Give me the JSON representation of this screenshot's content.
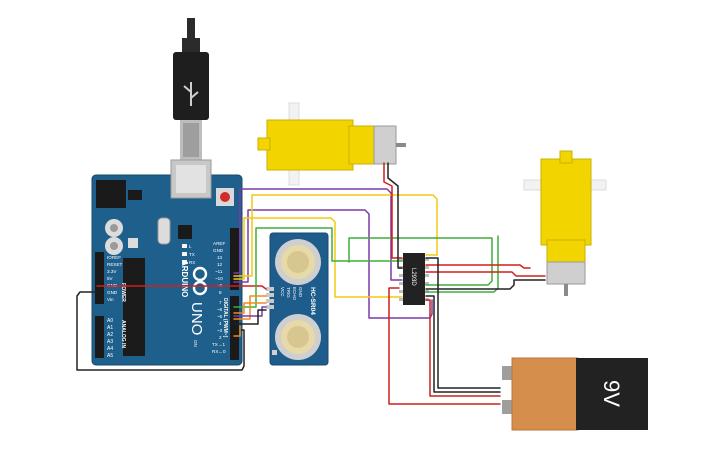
{
  "arduino": {
    "logo": "ARDUINO",
    "model": "UNO",
    "power_header": "POWER",
    "analog_header": "ANALOG IN",
    "digital_header": "DIGITAL (PWM~)",
    "power_pins": [
      "IOREF",
      "RESET",
      "3.3V",
      "5V",
      "GND",
      "GND",
      "Vin"
    ],
    "analog_pins": [
      "A0",
      "A1",
      "A2",
      "A3",
      "A4",
      "A5"
    ],
    "top_pins": [
      "AREF",
      "GND",
      "13",
      "12",
      "~11",
      "~10",
      "~9",
      "8"
    ],
    "bottom_pins": [
      "7",
      "~6",
      "~5",
      "4",
      "~3",
      "2",
      "TX→1",
      "RX←0"
    ],
    "led_labels": [
      "L",
      "TX",
      "RX"
    ],
    "on_label": "ON"
  },
  "sensor": {
    "name": "HC-SR04",
    "pins": [
      "VCC",
      "TRIG",
      "ECHO",
      "GND"
    ]
  },
  "driver": {
    "name": "L293D"
  },
  "battery": {
    "label": "9V"
  },
  "colors": {
    "board": "#1f5f8b",
    "board_edge": "#174a6e",
    "motor": "#f2d500",
    "battery_body": "#d58e4b",
    "battery_cap": "#222222",
    "wire_red": "#d21e1e",
    "wire_black": "#222222",
    "wire_yellow": "#f2c811",
    "wire_green": "#3fae3a",
    "wire_purple": "#7b3aa8",
    "wire_orange": "#f08a1c"
  }
}
